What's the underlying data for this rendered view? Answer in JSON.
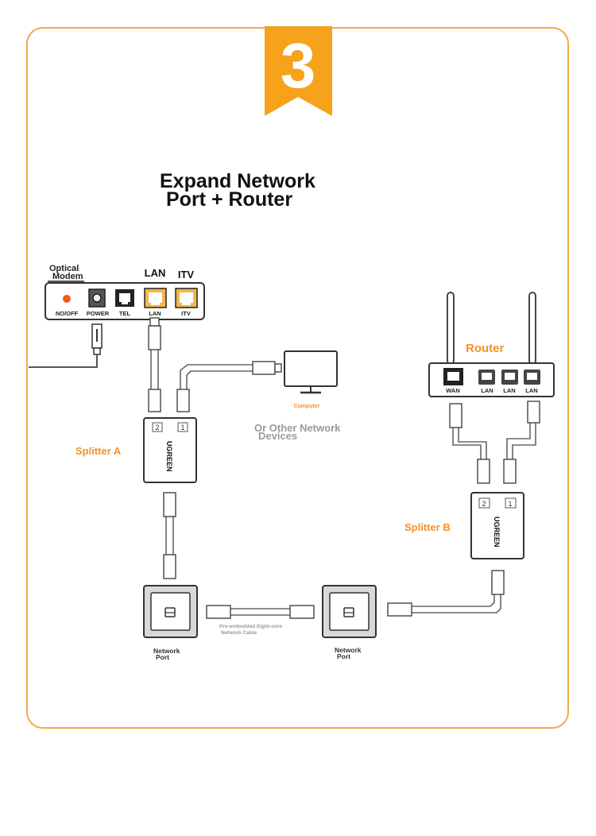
{
  "badge": {
    "number": "3"
  },
  "title": {
    "line1": "Expand Network",
    "line2": "Port + Router"
  },
  "modem": {
    "label_line1": "Optical",
    "label_line2": "Modem",
    "top_lan": "LAN",
    "top_itv": "ITV",
    "ports": [
      "NO/OFF",
      "POWER",
      "TEL",
      "LAN",
      "ITV"
    ]
  },
  "computer": {
    "label": "Computer",
    "alt_line1": "Or Other Network",
    "alt_line2": "Devices"
  },
  "router": {
    "label": "Router",
    "ports": [
      "WAN",
      "LAN",
      "LAN",
      "LAN"
    ]
  },
  "splitter_a": {
    "label": "Splitter A",
    "brand": "UGREEN",
    "port2": "2",
    "port1": "1"
  },
  "splitter_b": {
    "label": "Splitter B",
    "brand": "UGREEN",
    "port2": "2",
    "port1": "1"
  },
  "network_port_left": {
    "line1": "Network",
    "line2": "Port"
  },
  "network_port_right": {
    "line1": "Network",
    "line2": "Port"
  },
  "cable": {
    "line1": "Pre-embedded Eight-core",
    "line2": "Network Cable"
  },
  "colors": {
    "accent": "#f3922a",
    "badge": "#f7a21b",
    "line": "#555555",
    "port_orange": "#f5b64a"
  }
}
